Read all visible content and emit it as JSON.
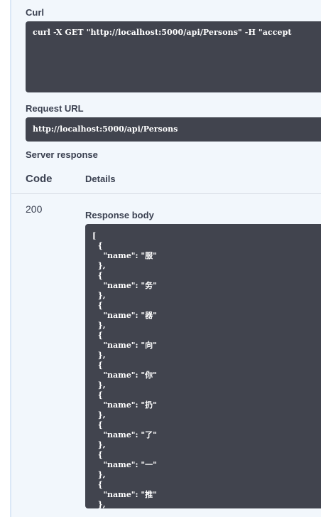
{
  "curl": {
    "label": "Curl",
    "command": "curl -X GET \"http://localhost:5000/api/Persons\" -H \"accept"
  },
  "request_url": {
    "label": "Request URL",
    "value": "http://localhost:5000/api/Persons"
  },
  "server_response": {
    "label": "Server response",
    "code_header": "Code",
    "details_header": "Details",
    "status_code": "200",
    "response_body_label": "Response body",
    "response_lines": [
      "[",
      "  {",
      "    \"name\": \"服\"",
      "  },",
      "  {",
      "    \"name\": \"务\"",
      "  },",
      "  {",
      "    \"name\": \"器\"",
      "  },",
      "  {",
      "    \"name\": \"向\"",
      "  },",
      "  {",
      "    \"name\": \"你\"",
      "  },",
      "  {",
      "    \"name\": \"扔\"",
      "  },",
      "  {",
      "    \"name\": \"了\"",
      "  },",
      "  {",
      "    \"name\": \"一\"",
      "  },",
      "  {",
      "    \"name\": \"推\"",
      "  },"
    ]
  }
}
